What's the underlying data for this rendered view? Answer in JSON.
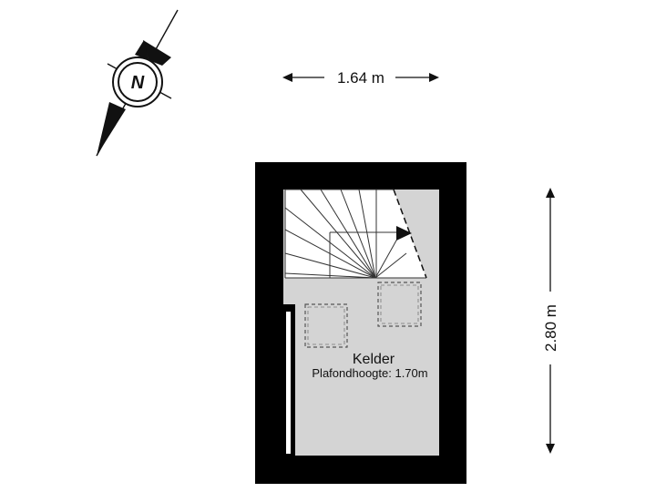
{
  "compass": {
    "letter": "N",
    "icon": "compass-north-icon"
  },
  "dimensions": {
    "width_label": "1.64 m",
    "height_label": "2.80 m"
  },
  "room": {
    "name": "Kelder",
    "ceiling_height": "Plafondhoogte: 1.70m"
  },
  "colors": {
    "wall": "#000000",
    "floor": "#d4d4d4",
    "stair_fill": "#ffffff",
    "line": "#333333"
  }
}
